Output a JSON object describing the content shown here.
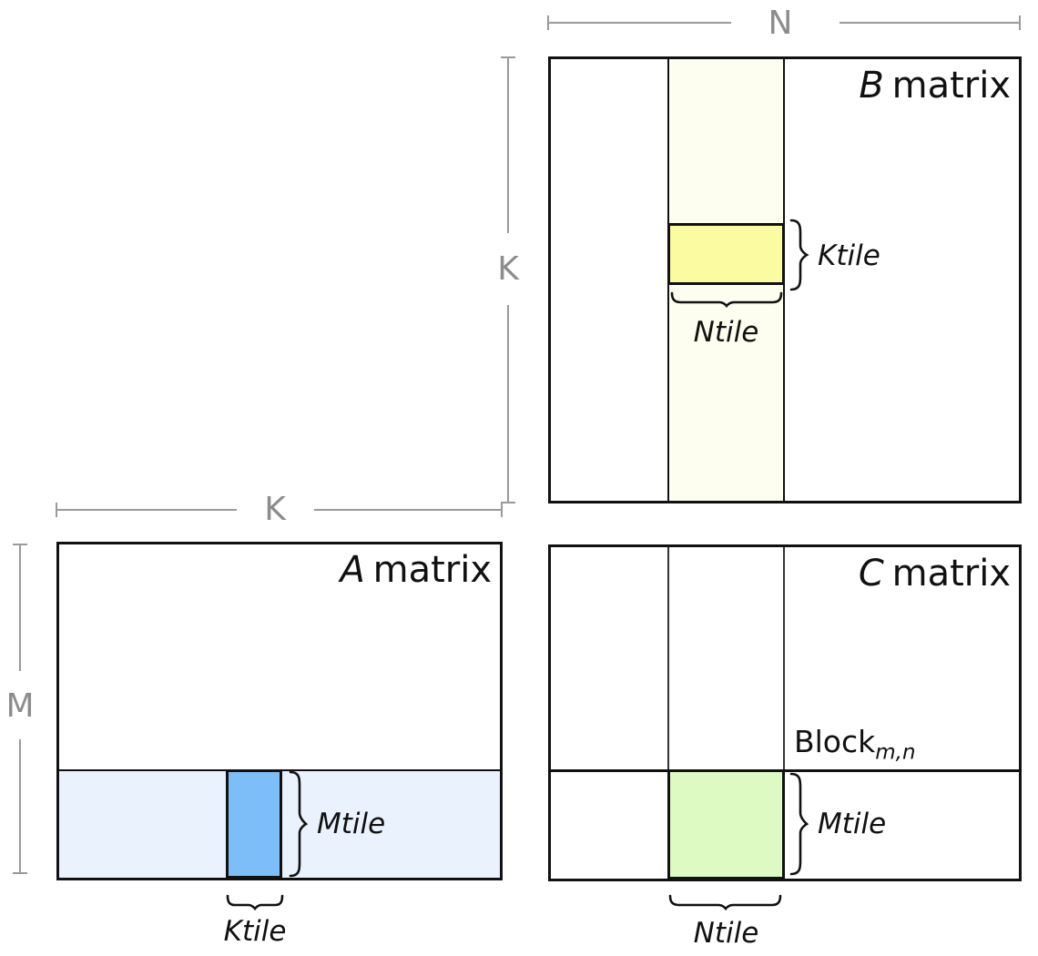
{
  "dimensions": {
    "n": "N",
    "k_vertical": "K",
    "k_horizontal": "K",
    "m": "M"
  },
  "matrices": {
    "a": {
      "letter": "A",
      "word": "matrix"
    },
    "b": {
      "letter": "B",
      "word": "matrix"
    },
    "c": {
      "letter": "C",
      "word": "matrix",
      "block": "Block",
      "block_sub": "m,n"
    }
  },
  "tile_labels": {
    "b_ktile": "Ktile",
    "b_ntile": "Ntile",
    "a_mtile": "Mtile",
    "a_ktile": "Ktile",
    "c_mtile": "Mtile",
    "c_ntile": "Ntile"
  },
  "colors": {
    "b_strip": "#FDFDF0",
    "b_tile": "#FBFBA2",
    "a_strip": "#E9F2FD",
    "a_tile": "#7DBDF8",
    "c_tile": "#DDFAC3",
    "line": "#111111",
    "dim": "#9a9a9a"
  }
}
